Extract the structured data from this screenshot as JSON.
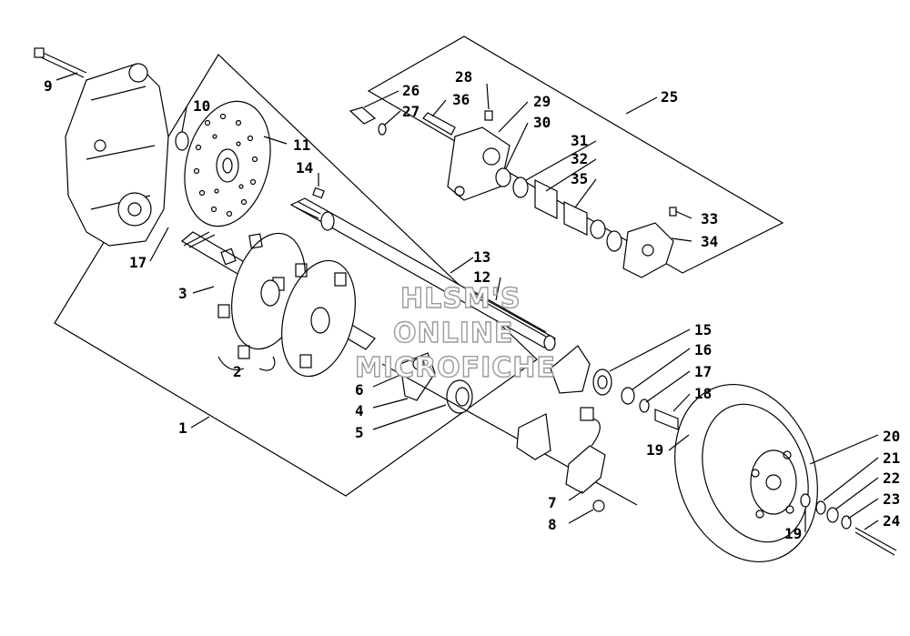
{
  "watermark": {
    "line1": "HLSM'S",
    "line2": "ONLINE",
    "line3": "MICROFICHE"
  },
  "callouts": {
    "c1": "1",
    "c2": "2",
    "c3": "3",
    "c4": "4",
    "c5": "5",
    "c6": "6",
    "c7": "7",
    "c8": "8",
    "c9": "9",
    "c10": "10",
    "c11": "11",
    "c12": "12",
    "c13": "13",
    "c14": "14",
    "c15": "15",
    "c16": "16",
    "c17a": "17",
    "c17b": "17",
    "c18": "18",
    "c19a": "19",
    "c19b": "19",
    "c20": "20",
    "c21": "21",
    "c22": "22",
    "c23": "23",
    "c24": "24",
    "c25": "25",
    "c26": "26",
    "c27": "27",
    "c28": "28",
    "c29": "29",
    "c30": "30",
    "c31": "31",
    "c32": "32",
    "c33": "33",
    "c34": "34",
    "c35": "35",
    "c36": "36"
  }
}
